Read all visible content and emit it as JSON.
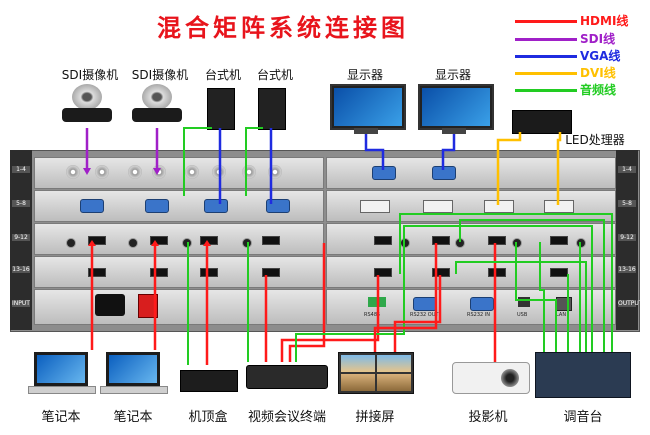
{
  "title": "混合矩阵系统连接图",
  "legend": [
    {
      "label": "HDMI线",
      "color": "#ff1a1a"
    },
    {
      "label": "SDI线",
      "color": "#a020c8"
    },
    {
      "label": "VGA线",
      "color": "#1f2be0"
    },
    {
      "label": "DVI线",
      "color": "#ffc000"
    },
    {
      "label": "音频线",
      "color": "#22cc22"
    }
  ],
  "top_devices": {
    "sdi_camera_1": "SDI摄像机",
    "sdi_camera_2": "SDI摄像机",
    "desktop_1": "台式机",
    "desktop_2": "台式机",
    "monitor_1": "显示器",
    "monitor_2": "显示器",
    "led_processor": "LED处理器"
  },
  "rack": {
    "left_tags": [
      "1-4",
      "5-8",
      "9-12",
      "13-16",
      "INPUT"
    ],
    "right_tags": [
      "1-4",
      "5-8",
      "9-12",
      "13-16",
      "OUTPUT"
    ],
    "panel_labels": [
      "RS485",
      "RS232 OUT",
      "RS232 IN",
      "USB",
      "LAN"
    ]
  },
  "bottom_devices": {
    "laptop_1": "笔记本",
    "laptop_2": "笔记本",
    "set_top_box": "机顶盒",
    "video_conference": "视频会议终端",
    "video_wall": "拼接屏",
    "projector": "投影机",
    "mixer": "调音台"
  }
}
